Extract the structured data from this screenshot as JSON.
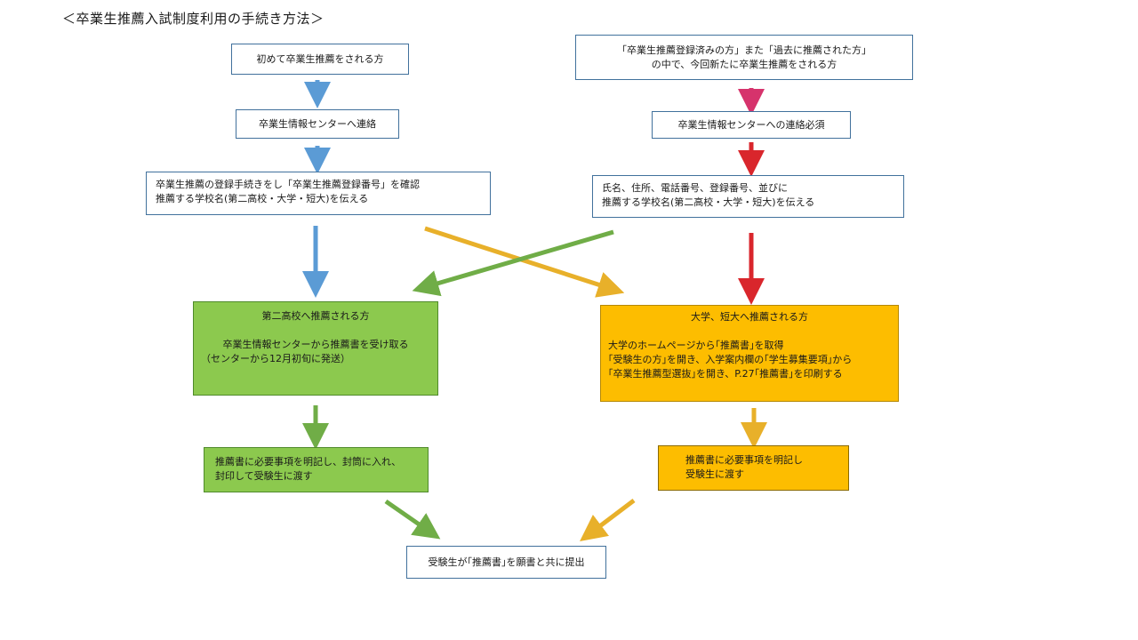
{
  "title": "＜卒業生推薦入試制度利用の手続き方法＞",
  "left_flow": {
    "step1": "初めて卒業生推薦をされる方",
    "step2": "卒業生情報センターへ連絡",
    "step3": [
      "卒業生推薦の登録手続きをし「卒業生推薦登録番号」を確認",
      "推薦する学校名(第二高校・大学・短大)を伝える"
    ]
  },
  "right_flow": {
    "step1": [
      "「卒業生推薦登録済みの方」また「過去に推薦された方」",
      "の中で、今回新たに卒業生推薦をされる方"
    ],
    "step2": "卒業生情報センターへの連絡必須",
    "step3": [
      "氏名、住所、電話番号、登録番号、並びに",
      "推薦する学校名(第二高校・大学・短大)を伝える"
    ]
  },
  "second_high": {
    "heading": "第二高校へ推薦される方",
    "body": [
      "卒業生情報センターから推薦書を受け取る",
      "（センターから12月初旬に発送）"
    ],
    "next": [
      "推薦書に必要事項を明記し、封筒に入れ、",
      "封印して受験生に渡す"
    ]
  },
  "university": {
    "heading": "大学、短大へ推薦される方",
    "body": [
      "大学のホームページから｢推薦書｣を取得",
      "｢受験生の方｣を開き、入学案内欄の｢学生募集要項｣から",
      "｢卒業生推薦型選抜｣を開き、P.27｢推薦書｣を印刷する"
    ],
    "next": [
      "推薦書に必要事項を明記し",
      "受験生に渡す"
    ]
  },
  "final": "受験生が｢推薦書｣を願書と共に提出",
  "colors": {
    "blue_arrow": "#5b9bd5",
    "pink_arrow": "#d6336c",
    "red_arrow": "#d9262c",
    "green_arrow": "#70ad47",
    "orange_arrow": "#e8b02a",
    "green_box": "#8cc94e",
    "orange_box": "#fdbd00"
  }
}
